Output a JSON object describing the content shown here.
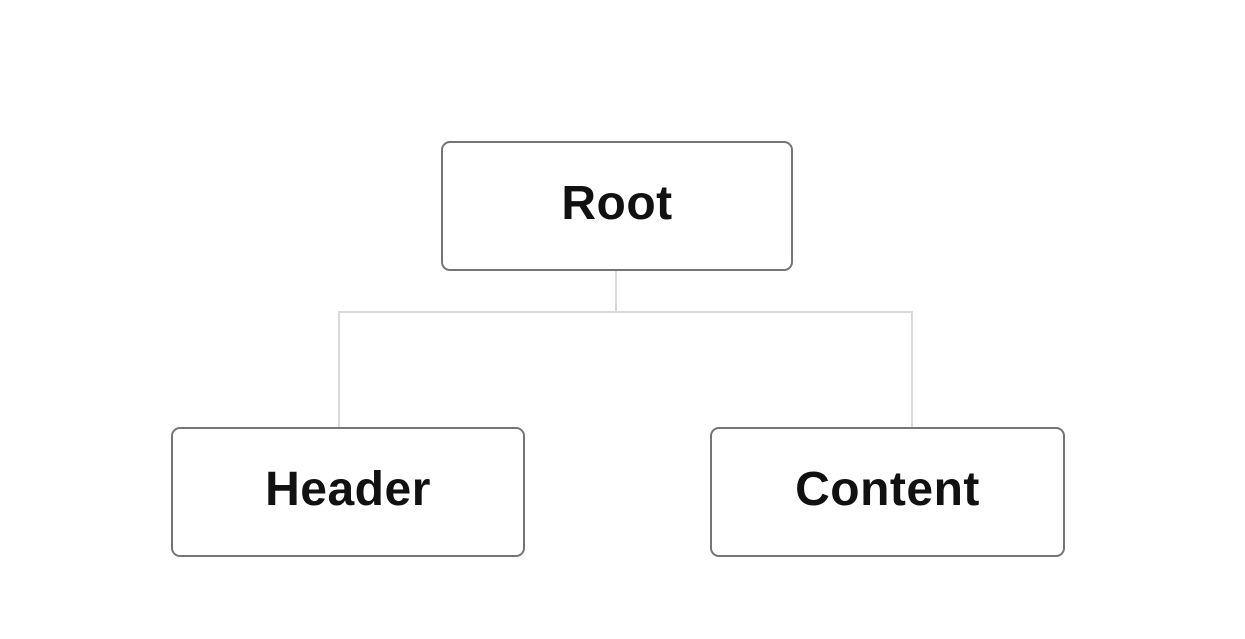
{
  "diagram": {
    "type": "tree",
    "background_color": "#ffffff",
    "node_border_color": "#757575",
    "node_fill_color": "#ffffff",
    "connector_color": "#d9d9d9",
    "text_color": "#111111",
    "nodes": [
      {
        "id": "root",
        "label": "Root"
      },
      {
        "id": "header",
        "label": "Header"
      },
      {
        "id": "content",
        "label": "Content"
      }
    ],
    "edges": [
      {
        "from": "Root",
        "to": "Header"
      },
      {
        "from": "Root",
        "to": "Content"
      }
    ]
  }
}
